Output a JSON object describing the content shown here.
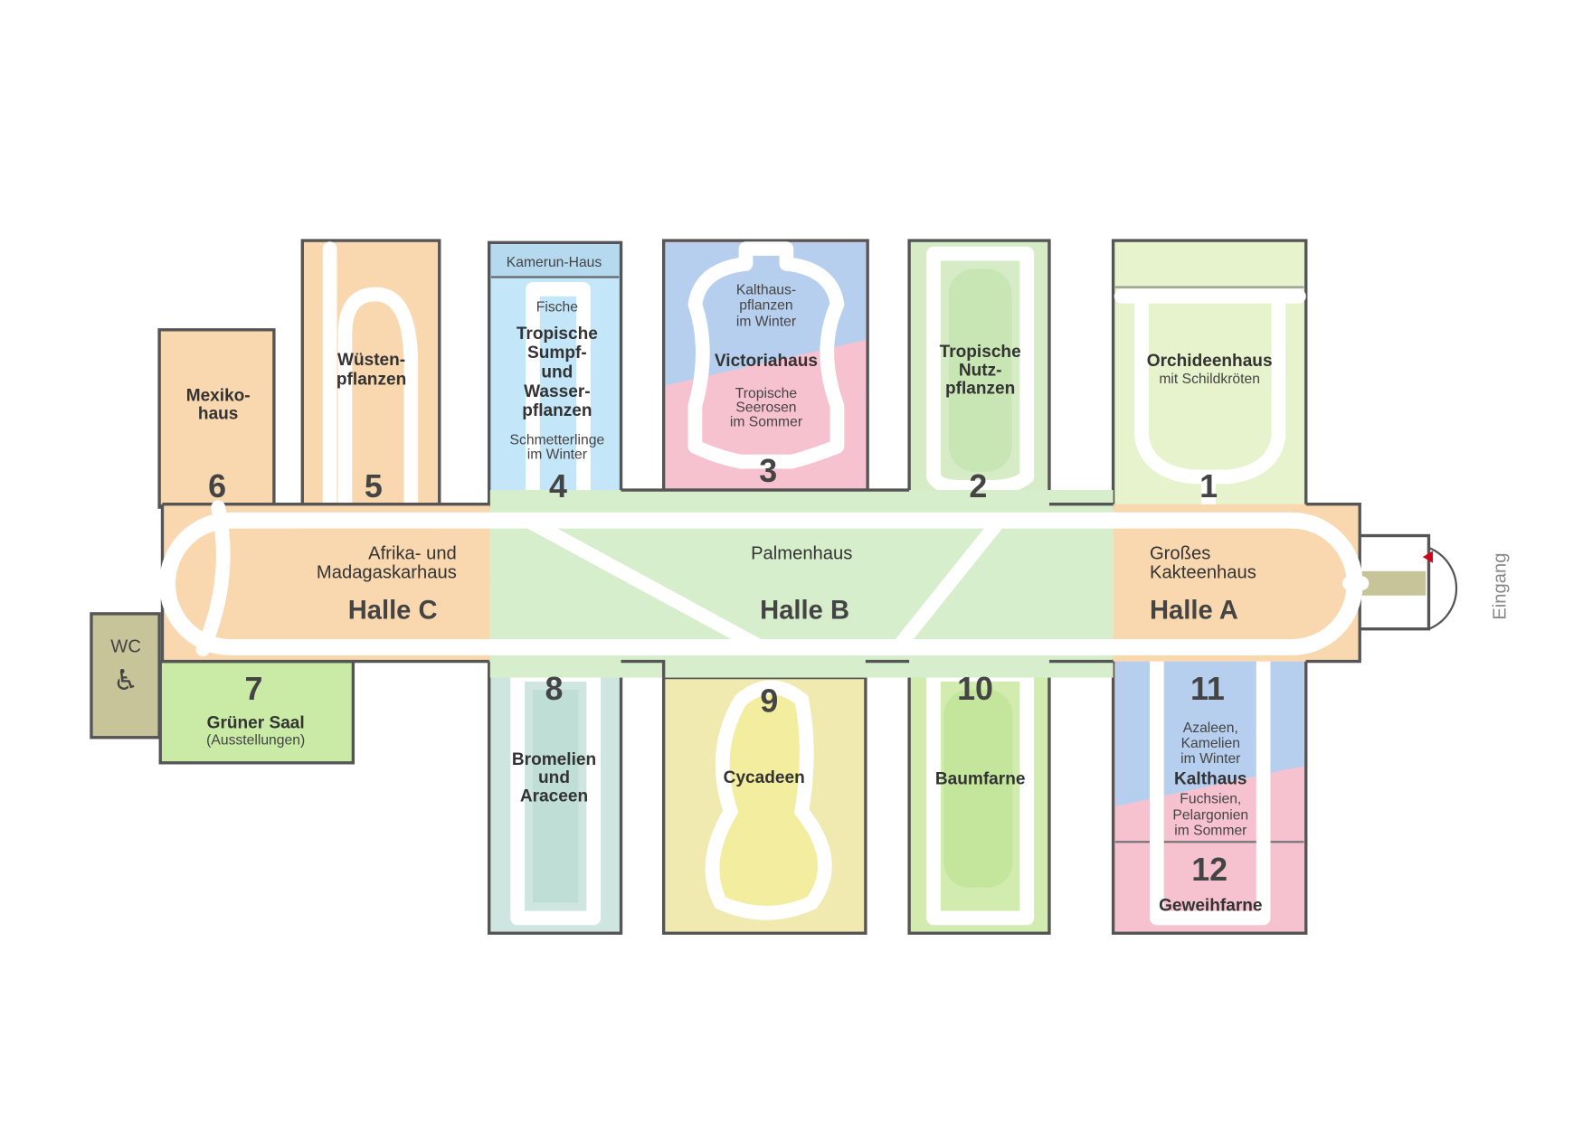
{
  "colors": {
    "peach": "#f9d8b0",
    "green": "#d6eecb",
    "wall": "#555555",
    "entrance_marker": "#d0021b"
  },
  "entrance_label": "Eingang",
  "wc": {
    "label": "WC",
    "icon": "wheelchair-icon"
  },
  "halls": {
    "c": {
      "title_lines": [
        "Afrika- und",
        "Madagaskarhaus"
      ],
      "name": "Halle C"
    },
    "b": {
      "title_lines": [
        "Palmenhaus"
      ],
      "name": "Halle B"
    },
    "a": {
      "title_lines": [
        "Großes",
        "Kakteenhaus"
      ],
      "name": "Halle A"
    }
  },
  "rooms": {
    "r1": {
      "number": "1",
      "name": [
        "Orchideenhaus"
      ],
      "note": [
        "mit Schildkröten"
      ]
    },
    "r2": {
      "number": "2",
      "name": [
        "Tropische",
        "Nutz-",
        "pflanzen"
      ]
    },
    "r3": {
      "number": "3",
      "top": [
        "Kalthaus-",
        "pflanzen",
        "im Winter"
      ],
      "name": [
        "Victoriahaus"
      ],
      "bottom": [
        "Tropische",
        "Seerosen",
        "im Sommer"
      ]
    },
    "r4": {
      "number": "4",
      "header": "Kamerun-Haus",
      "top": [
        "Fische"
      ],
      "name": [
        "Tropische",
        "Sumpf-",
        "und",
        "Wasser-",
        "pflanzen"
      ],
      "bottom": [
        "Schmetterlinge",
        "im Winter"
      ]
    },
    "r5": {
      "number": "5",
      "name": [
        "Wüsten-",
        "pflanzen"
      ]
    },
    "r6": {
      "number": "6",
      "name": [
        "Mexiko-",
        "haus"
      ]
    },
    "r7": {
      "number": "7",
      "name": [
        "Grüner Saal"
      ],
      "note": [
        "(Ausstellungen)"
      ]
    },
    "r8": {
      "number": "8",
      "name": [
        "Bromelien",
        "und",
        "Araceen"
      ]
    },
    "r9": {
      "number": "9",
      "name": [
        "Cycadeen"
      ]
    },
    "r10": {
      "number": "10",
      "name": [
        "Baumfarne"
      ]
    },
    "r11": {
      "number": "11",
      "top": [
        "Azaleen,",
        "Kamelien",
        "im Winter"
      ],
      "name": [
        "Kalthaus"
      ],
      "bottom": [
        "Fuchsien,",
        "Pelargonien",
        "im Sommer"
      ]
    },
    "r12": {
      "number": "12",
      "name": [
        "Geweihfarne"
      ]
    }
  }
}
